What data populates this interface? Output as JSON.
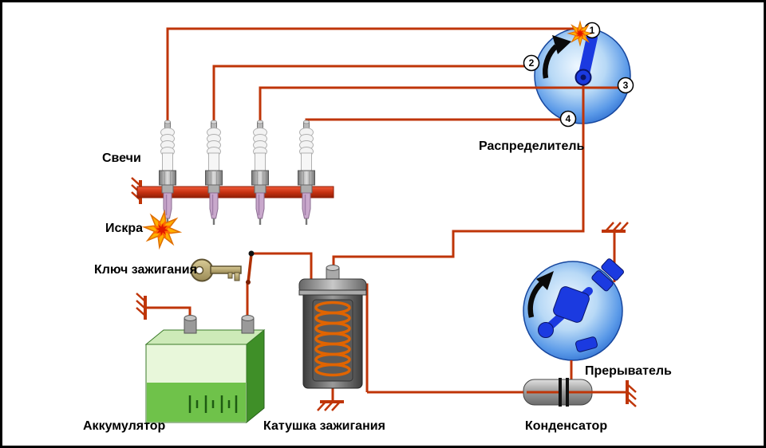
{
  "diagram": {
    "kind": "automotive-ignition-system-schematic",
    "language": "ru"
  },
  "labels": {
    "spark_plugs": "Свечи",
    "spark": "Искра",
    "ignition_key": "Ключ зажигания",
    "battery": "Аккумулятор",
    "ignition_coil": "Катушка зажигания",
    "distributor": "Распределитель",
    "breaker": "Прерыватель",
    "capacitor": "Конденсатор"
  },
  "distributor": {
    "terminals": [
      "1",
      "2",
      "3",
      "4"
    ]
  },
  "colors": {
    "wire": "#bf3508",
    "rail_red": "#c22f10",
    "component_blue_fill": "#5b9ae8",
    "mechanism_blue": "#1b3ae0",
    "battery_green": "#6fc24a",
    "battery_pale_green": "#e8f7da",
    "spark_orange": "#ffb000",
    "spark_red": "#e01800",
    "metal_grey": "#9a9a9a",
    "background": "#ffffff",
    "outline": "#000000"
  }
}
